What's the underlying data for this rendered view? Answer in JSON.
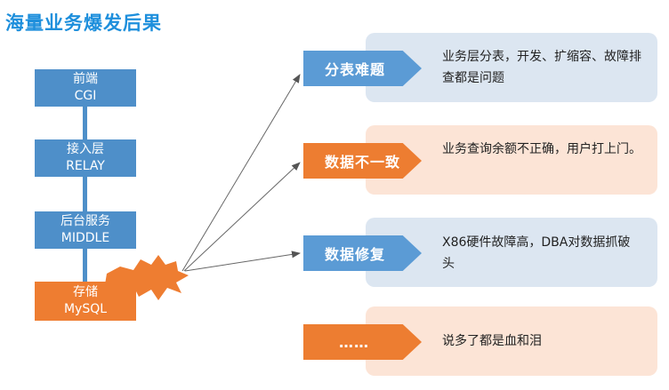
{
  "title": "海量业务爆发后果",
  "layers": [
    {
      "line1": "前端",
      "line2": "CGI",
      "color": "#4e8fc9"
    },
    {
      "line1": "接入层",
      "line2": "RELAY",
      "color": "#4e8fc9"
    },
    {
      "line1": "后台服务",
      "line2": "MIDDLE",
      "color": "#4e8fc9"
    },
    {
      "line1": "存储",
      "line2": "MySQL",
      "color": "#ee7d31"
    }
  ],
  "consequences": [
    {
      "tag": "分表难题",
      "desc": "业务层分表，开发、扩缩容、故障排查都是问题"
    },
    {
      "tag": "数据不一致",
      "desc": "业务查询余额不正确，用户打上门。"
    },
    {
      "tag": "数据修复",
      "desc": "X86硬件故障高，DBA对数据抓破头"
    },
    {
      "tag": "……",
      "desc": "说多了都是血和泪"
    }
  ],
  "colors": {
    "title": "#1e8fdc",
    "blue": "#5b9bd5",
    "orange": "#ed7d31",
    "card_blue": "#dce6f1",
    "card_peach": "#fce4d6"
  }
}
